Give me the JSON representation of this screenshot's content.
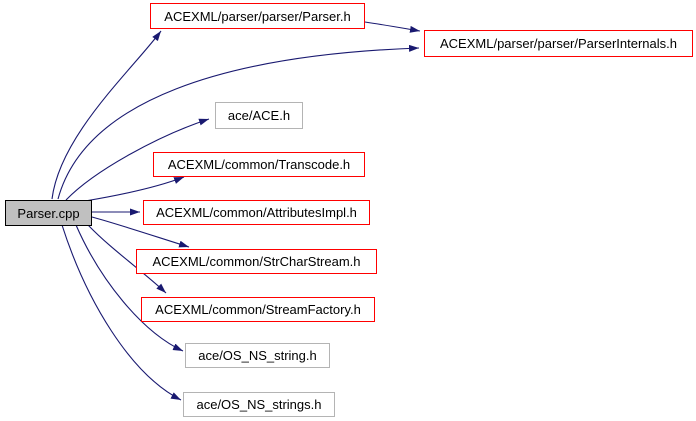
{
  "diagram": {
    "type": "include-dependency-graph",
    "colors": {
      "edge": "#191970",
      "linked_node_border": "#ff0000",
      "plain_node_border": "#b4b4b4",
      "main_node_fill": "#c0c0c0",
      "main_node_border": "#000000",
      "node_fill": "#ffffff",
      "text": "#000000",
      "background": "#ffffff"
    },
    "main_node": {
      "label": "Parser.cpp",
      "style": "main"
    },
    "nodes": [
      {
        "id": "parser-h",
        "label": "ACEXML/parser/parser/Parser.h",
        "style": "linked"
      },
      {
        "id": "parser-internals-h",
        "label": "ACEXML/parser/parser/ParserInternals.h",
        "style": "linked"
      },
      {
        "id": "ace-h",
        "label": "ace/ACE.h",
        "style": "plain"
      },
      {
        "id": "transcode-h",
        "label": "ACEXML/common/Transcode.h",
        "style": "linked"
      },
      {
        "id": "attributesimpl-h",
        "label": "ACEXML/common/AttributesImpl.h",
        "style": "linked"
      },
      {
        "id": "strcharstream-h",
        "label": "ACEXML/common/StrCharStream.h",
        "style": "linked"
      },
      {
        "id": "streamfactory-h",
        "label": "ACEXML/common/StreamFactory.h",
        "style": "linked"
      },
      {
        "id": "os-ns-string-h",
        "label": "ace/OS_NS_string.h",
        "style": "plain"
      },
      {
        "id": "os-ns-strings-h",
        "label": "ace/OS_NS_strings.h",
        "style": "plain"
      }
    ],
    "edges": [
      {
        "from": "Parser.cpp",
        "to": "ACEXML/parser/parser/Parser.h"
      },
      {
        "from": "Parser.cpp",
        "to": "ACEXML/parser/parser/ParserInternals.h"
      },
      {
        "from": "Parser.cpp",
        "to": "ace/ACE.h"
      },
      {
        "from": "Parser.cpp",
        "to": "ACEXML/common/Transcode.h"
      },
      {
        "from": "Parser.cpp",
        "to": "ACEXML/common/AttributesImpl.h"
      },
      {
        "from": "Parser.cpp",
        "to": "ACEXML/common/StrCharStream.h"
      },
      {
        "from": "Parser.cpp",
        "to": "ACEXML/common/StreamFactory.h"
      },
      {
        "from": "Parser.cpp",
        "to": "ace/OS_NS_string.h"
      },
      {
        "from": "Parser.cpp",
        "to": "ace/OS_NS_strings.h"
      },
      {
        "from": "ACEXML/parser/parser/Parser.h",
        "to": "ACEXML/parser/parser/ParserInternals.h"
      }
    ]
  }
}
